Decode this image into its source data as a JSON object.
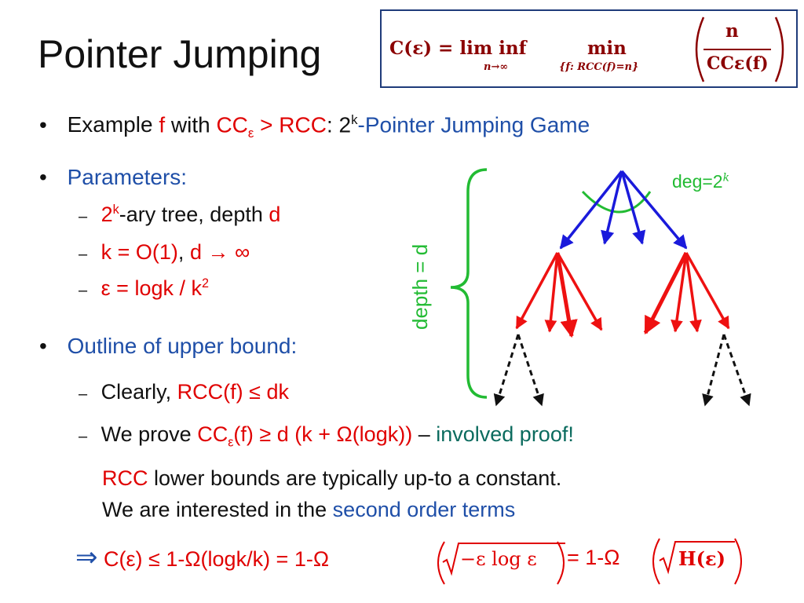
{
  "slide": {
    "title": "Pointer Jumping",
    "formula": {
      "lhs": "C(ε) = lim inf",
      "limit_sub": "n→∞",
      "min": "min",
      "min_sub": "{f: RCC(f)=n}",
      "numerator": "n",
      "denominator": "CCε(f)"
    },
    "bullets": [
      {
        "parts": {
          "p1": "Example ",
          "p2": "f",
          "p3": " with ",
          "p4": "CC",
          "p4_sub": "ε",
          "p5": " > RCC",
          "p6": ": 2",
          "p6_sup": "k",
          "p7": "-Pointer Jumping Game"
        }
      },
      {
        "label": "Parameters:",
        "sub": [
          {
            "a": "2",
            "a_sup": "k",
            "b": "-ary tree, depth ",
            "c": "d"
          },
          {
            "a": "k = O(1)",
            "b": ", ",
            "c": "d → ∞"
          },
          {
            "a": "ε = logk / k",
            "a_sup": "2"
          }
        ]
      },
      {
        "label": "Outline of upper bound:",
        "sub": [
          {
            "a": "Clearly, ",
            "b": "RCC(f) ≤ dk"
          },
          {
            "a": "We prove ",
            "b": "CC",
            "b_sub": "ε",
            "c": "(f) ≥ d (k + Ω(logk))",
            "d": " – ",
            "e": "involved proof!"
          }
        ]
      }
    ],
    "note": {
      "line1_red": "RCC",
      "line1_rest": " lower bounds are typically up-to a constant.",
      "line2_a": "We are interested in the ",
      "line2_b": "second order terms"
    },
    "conclusion": {
      "arrow": "⇒",
      "a": " C(ε) ≤ 1-Ω(logk/k) = 1-Ω",
      "b": "−ε log ε",
      "c": " = 1-Ω",
      "d": "H(ε)"
    },
    "diagram": {
      "depth_label": "depth = d",
      "deg_label": "deg=2",
      "deg_sup": "k"
    },
    "colors": {
      "red": "#e00000",
      "blue": "#1f4fa8",
      "teal": "#0b6b5e",
      "green": "#22bb33",
      "tree_blue": "#1a1adb",
      "dark_red": "#8b0000"
    }
  }
}
